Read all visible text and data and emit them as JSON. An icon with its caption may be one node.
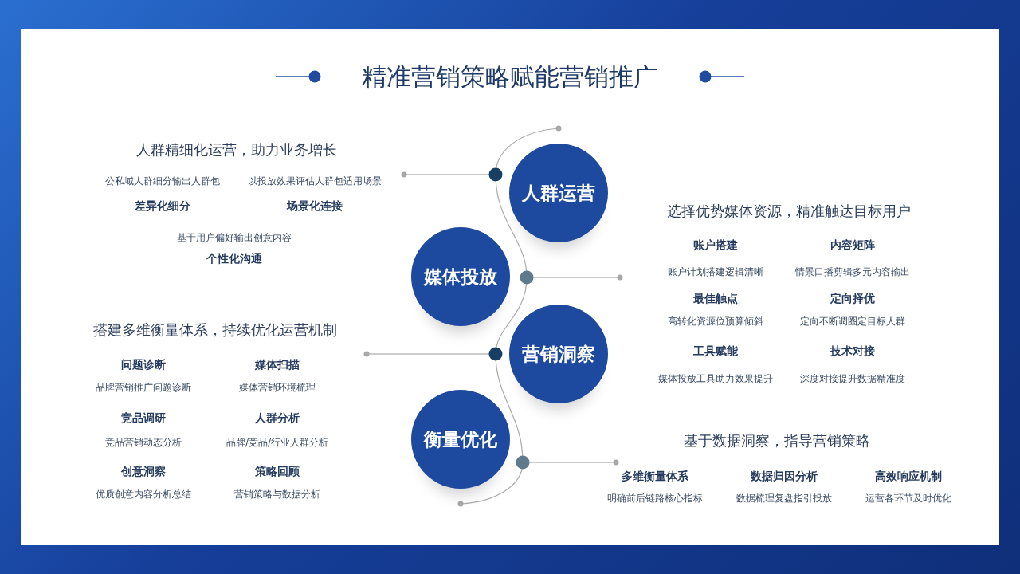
{
  "diagram": {
    "title": "精准营销策略赋能营销推广",
    "nodes": [
      {
        "text": [
          "人群运营"
        ]
      },
      {
        "text": [
          "媒体投放"
        ]
      },
      {
        "text": [
          "营销洞察"
        ]
      },
      {
        "text": [
          "衡量优化"
        ]
      }
    ],
    "labels": [
      "人群精细化运营，助力业务增长",
      "公私域人群细分输出人群包",
      "以投放效果评估人群包适用场景",
      "差异化细分",
      "场景化连接",
      "基于用户偏好输出创意内容",
      "个性化沟通",
      "选择优势媒体资源，精准触达目标用户",
      "账户搭建",
      "内容矩阵",
      "账户计划搭建逻辑清晰",
      "情景口播剪辑多元内容输出",
      "最佳触点",
      "定向择优",
      "高转化资源位预算倾斜",
      "定向不断调圈定目标人群",
      "工具赋能",
      "技术对接",
      "媒体投放工具助力效果提升",
      "深度对接提升数据精准度",
      "搭建多维衡量体系，持续优化运营机制",
      "问题诊断",
      "媒体扫描",
      "品牌营销推广问题诊断",
      "媒体营销环境梳理",
      "竞品调研",
      "人群分析",
      "竞品营销动态分析",
      "品牌/竞品/行业人群分析",
      "创意洞察",
      "策略回顾",
      "优质创意内容分析总结",
      "营销策略与数据分析",
      "基于数据洞察，指导营销策略",
      "多维衡量体系",
      "数据归因分析",
      "高效响应机制",
      "明确前后链路核心指标",
      "数据梳理复盘指引投放",
      "运营各环节及时优化"
    ]
  }
}
